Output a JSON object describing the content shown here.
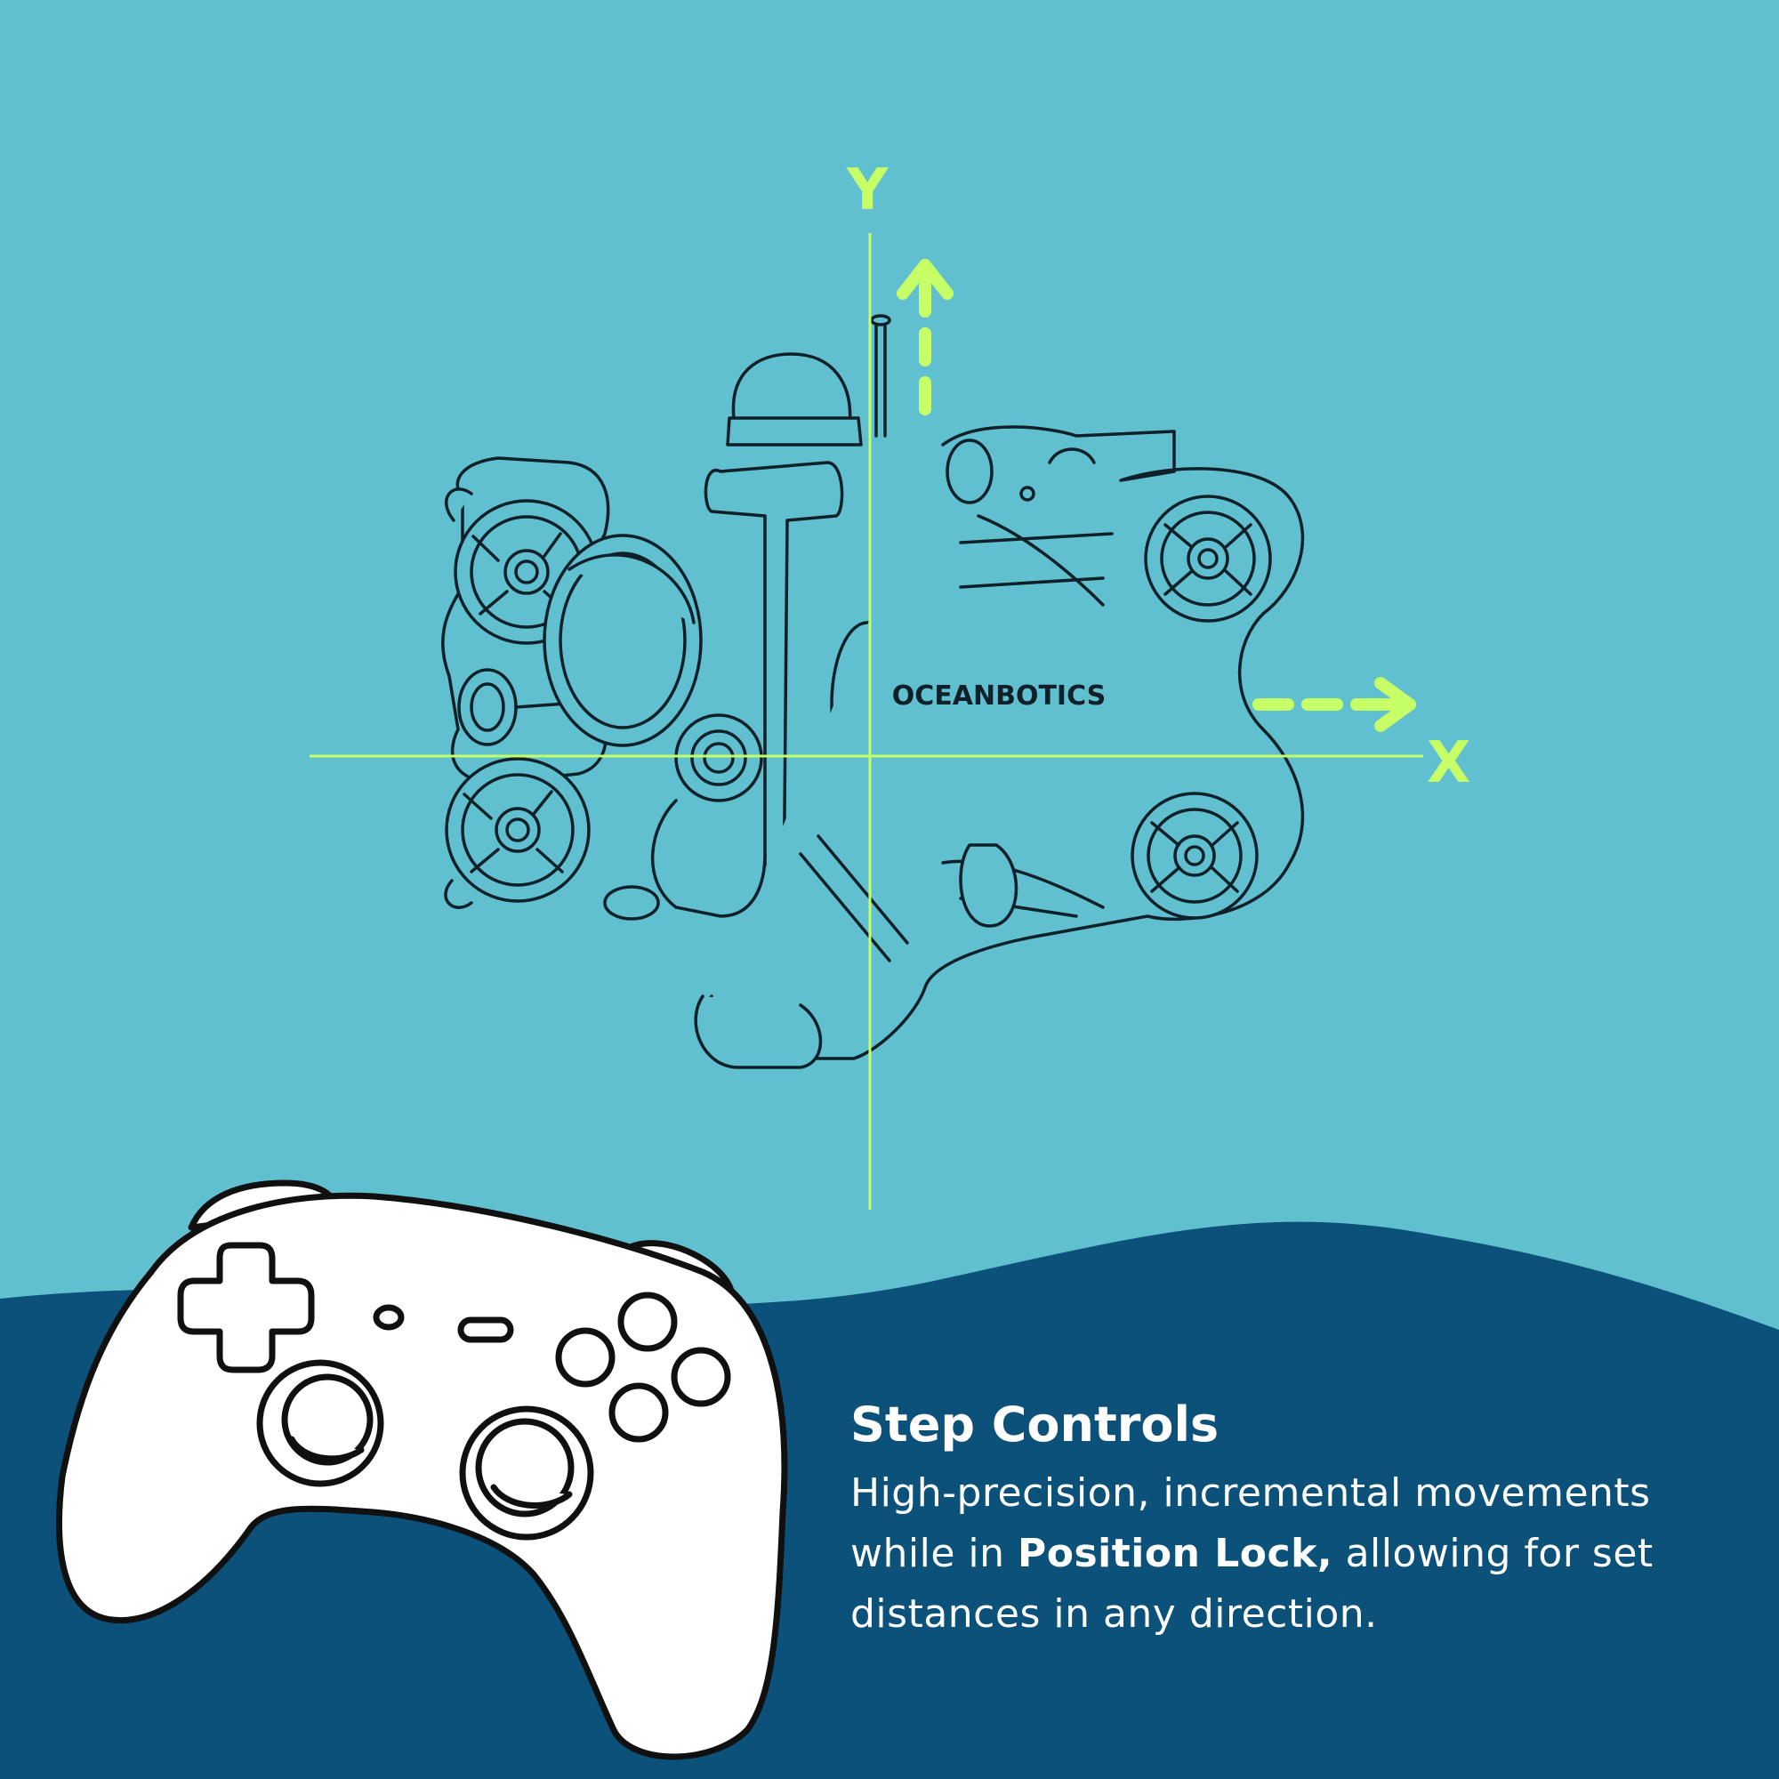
{
  "diagram": {
    "axes": {
      "y_label": "Y",
      "x_label": "X"
    },
    "rov_brand": "OCEANBOTICS"
  },
  "caption": {
    "title": "Step Controls",
    "line_1": "High-precision, incremental movements while in",
    "bold_text": "Position Lock,",
    "line_2": "allowing for set distances in any direction."
  },
  "colors": {
    "background": "#60c0d0",
    "wave": "#0b5179",
    "axis_accent": "#c6ff66",
    "outline": "#102028",
    "controller_fill": "#ffffff"
  },
  "icons": [
    "rov-drone-icon",
    "game-controller-icon",
    "arrow-up-icon",
    "arrow-right-icon"
  ]
}
